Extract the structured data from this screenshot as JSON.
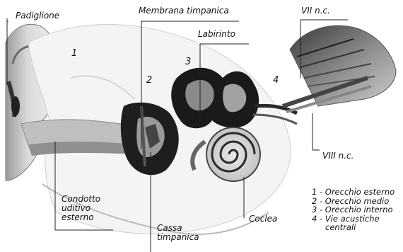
{
  "labels": {
    "padiglione": "Padiglione",
    "membrana": "Membrana timpanica",
    "labirinto": "Labirinto",
    "nervo7": "VII n.c.",
    "nervo8": "VIII n.c.",
    "condotto": [
      "Condotto",
      "uditivo",
      "esterno"
    ],
    "cassa": [
      "Cassa",
      "timpanica"
    ],
    "coclea": "Coclea"
  },
  "numbers": [
    "1",
    "2",
    "3",
    "4"
  ],
  "legend": [
    "1 - Orecchio esterno",
    "2 - Orecchio medio",
    "3 - Orecchio interno",
    "4 - Vie acustiche",
    "centrali"
  ]
}
